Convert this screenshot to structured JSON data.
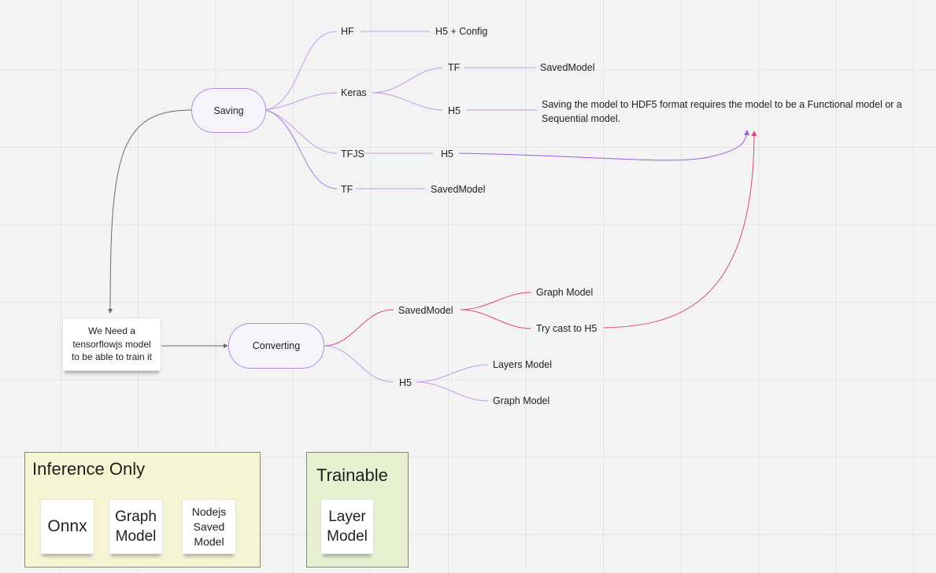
{
  "root_note": "We Need a tensorflowjs model to be able to train it",
  "saving": {
    "label": "Saving",
    "hf": "HF",
    "hf_target": "H5 + Config",
    "keras": "Keras",
    "keras_tf": "TF",
    "keras_tf_target": "SavedModel",
    "keras_h5": "H5",
    "keras_h5_note": "Saving the model to HDF5 format requires the model to be a Functional model or a Sequential model.",
    "tfjs": "TFJS",
    "tfjs_target": "H5",
    "tf": "TF",
    "tf_target": "SavedModel"
  },
  "converting": {
    "label": "Converting",
    "savedmodel": "SavedModel",
    "savedmodel_graph": "Graph Model",
    "savedmodel_cast": "Try cast to H5",
    "h5": "H5",
    "h5_layers": "Layers Model",
    "h5_graph": "Graph Model"
  },
  "inference_frame": {
    "title": "Inference Only",
    "notes": [
      "Onnx",
      "Graph Model",
      "Nodejs Saved Model"
    ]
  },
  "trainable_frame": {
    "title": "Trainable",
    "notes": [
      "Layer Model"
    ]
  },
  "colors": {
    "purple": "#b88ae8",
    "pink": "#e0457f",
    "gray": "#6a6a6a",
    "inference_fill": "#f5f5d3",
    "trainable_fill": "#e8f0d2"
  }
}
